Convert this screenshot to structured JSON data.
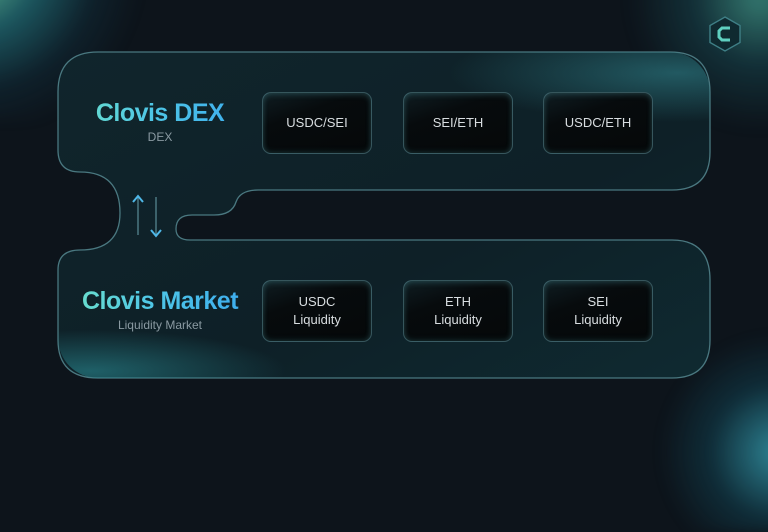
{
  "diagram": {
    "top_panel": {
      "title": "Clovis DEX",
      "subtitle": "DEX",
      "items": [
        {
          "label": "USDC/SEI"
        },
        {
          "label": "SEI/ETH"
        },
        {
          "label": "USDC/ETH"
        }
      ]
    },
    "bottom_panel": {
      "title": "Clovis Market",
      "subtitle": "Liquidity Market",
      "items": [
        {
          "line1": "USDC",
          "line2": "Liquidity"
        },
        {
          "line1": "ETH",
          "line2": "Liquidity"
        },
        {
          "line1": "SEI",
          "line2": "Liquidity"
        }
      ]
    },
    "connector": {
      "icon": "bidirectional-arrows-icon"
    },
    "logo": {
      "icon": "clovis-hexagon-c-logo"
    },
    "colors": {
      "background": "#0d141b",
      "panel_fill": "#0f2229",
      "panel_stroke": "#4f7f88",
      "title_gradient_start": "#6fe3c7",
      "title_gradient_end": "#3aa9f0",
      "arrow": "#4fb8e8"
    }
  }
}
